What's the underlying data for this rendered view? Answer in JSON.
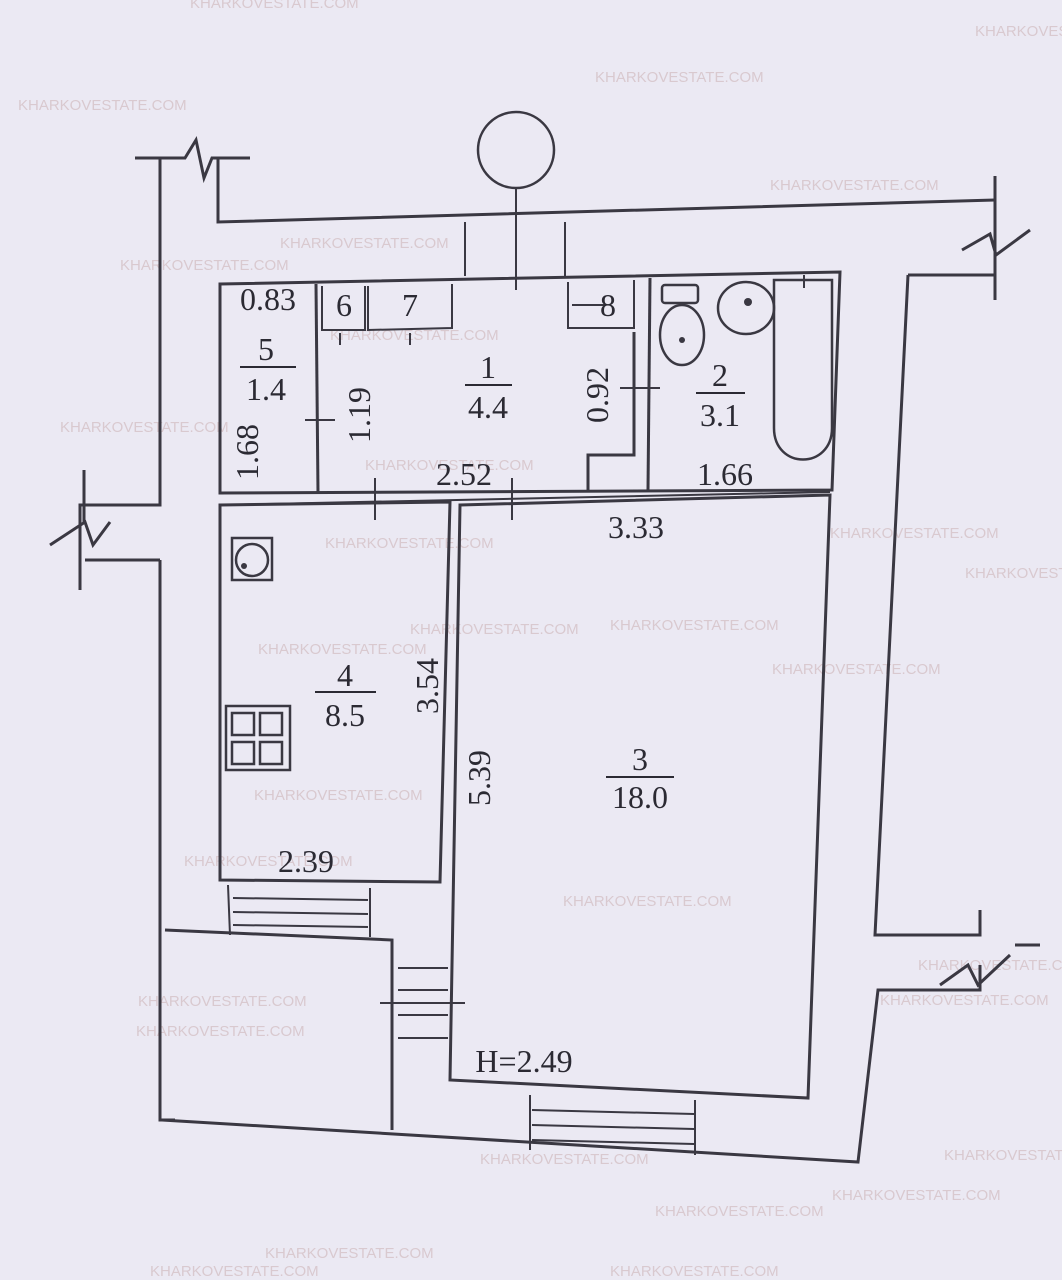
{
  "watermark": "KHARKOVESTATE.COM",
  "rooms": {
    "r1": {
      "number": "1",
      "area": "4.4"
    },
    "r2": {
      "number": "2",
      "area": "3.1"
    },
    "r3": {
      "number": "3",
      "area": "18.0"
    },
    "r4": {
      "number": "4",
      "area": "8.5"
    },
    "r5": {
      "number": "5",
      "area": "1.4"
    },
    "r6": {
      "number": "6"
    },
    "r7": {
      "number": "7"
    },
    "r8": {
      "number": "8"
    }
  },
  "dimensions": {
    "d_083": "0.83",
    "d_168": "1.68",
    "d_119": "1.19",
    "d_092": "0.92",
    "d_252": "2.52",
    "d_166": "1.66",
    "d_333": "3.33",
    "d_354": "3.54",
    "d_539": "5.39",
    "d_239": "2.39"
  },
  "ceiling_height": "H=2.49"
}
